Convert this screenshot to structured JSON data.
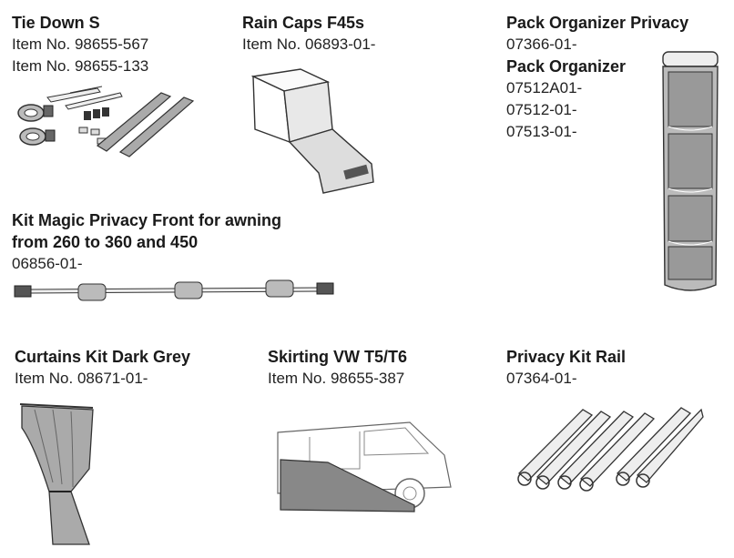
{
  "products": [
    {
      "id": "tie_down",
      "title": "Tie Down S",
      "lines": [
        "Item No. 98655-567",
        "Item No. 98655-133"
      ],
      "icon": "tie-down-straps-illustration"
    },
    {
      "id": "rain_caps",
      "title": "Rain Caps F45s",
      "lines": [
        "Item No. 06893-01-"
      ],
      "icon": "rain-cap-illustration"
    },
    {
      "id": "pack_organizer",
      "title": "Pack Organizer Privacy",
      "lines": [
        "07366-01-"
      ],
      "subtitle": "Pack Organizer",
      "sublines": [
        "07512A01-",
        "07512-01-",
        "07513-01-"
      ],
      "icon": "hanging-organizer-illustration"
    },
    {
      "id": "kit_magic",
      "title_lines": [
        "Kit Magic Privacy Front for awning",
        "from 260 to 360 and 450"
      ],
      "lines": [
        "06856-01-"
      ],
      "icon": "telescopic-rod-illustration"
    },
    {
      "id": "curtains",
      "title": "Curtains Kit Dark Grey",
      "lines": [
        "Item No. 08671-01-"
      ],
      "icon": "curtain-illustration"
    },
    {
      "id": "skirting",
      "title": "Skirting VW T5/T6",
      "lines": [
        "Item No. 98655-387"
      ],
      "icon": "van-skirting-illustration"
    },
    {
      "id": "privacy_rail",
      "title": "Privacy Kit Rail",
      "lines": [
        "07364-01-"
      ],
      "icon": "rail-profiles-illustration"
    }
  ]
}
